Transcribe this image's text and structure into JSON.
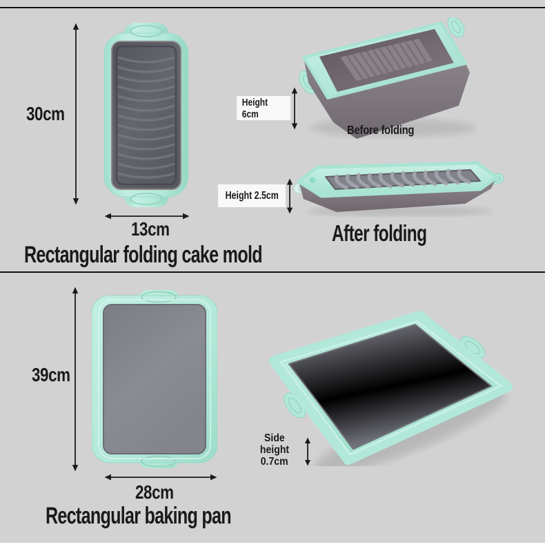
{
  "page": {
    "bg_color": "#d2d2d2",
    "divider_color": "#111111",
    "text_color": "#1a1a1a",
    "accent_mint": "#b2e8d9",
    "pan_interior_gray": "#85868e",
    "mold_interior_gray": "#5d5e66",
    "body_taupe": "#8b8389",
    "label_box_bg": "#fbfbfb"
  },
  "mold_section": {
    "title": "Rectangular folding cake mold",
    "dim_height": "30cm",
    "dim_width": "13cm",
    "before_label": "Height 6cm",
    "before_caption": "Before folding",
    "after_label": "Height 2.5cm",
    "after_caption": "After folding"
  },
  "pan_section": {
    "title": "Rectangular baking pan",
    "dim_height": "39cm",
    "dim_width": "28cm",
    "side_line1": "Side",
    "side_line2": "height",
    "side_line3": "0.7cm"
  }
}
